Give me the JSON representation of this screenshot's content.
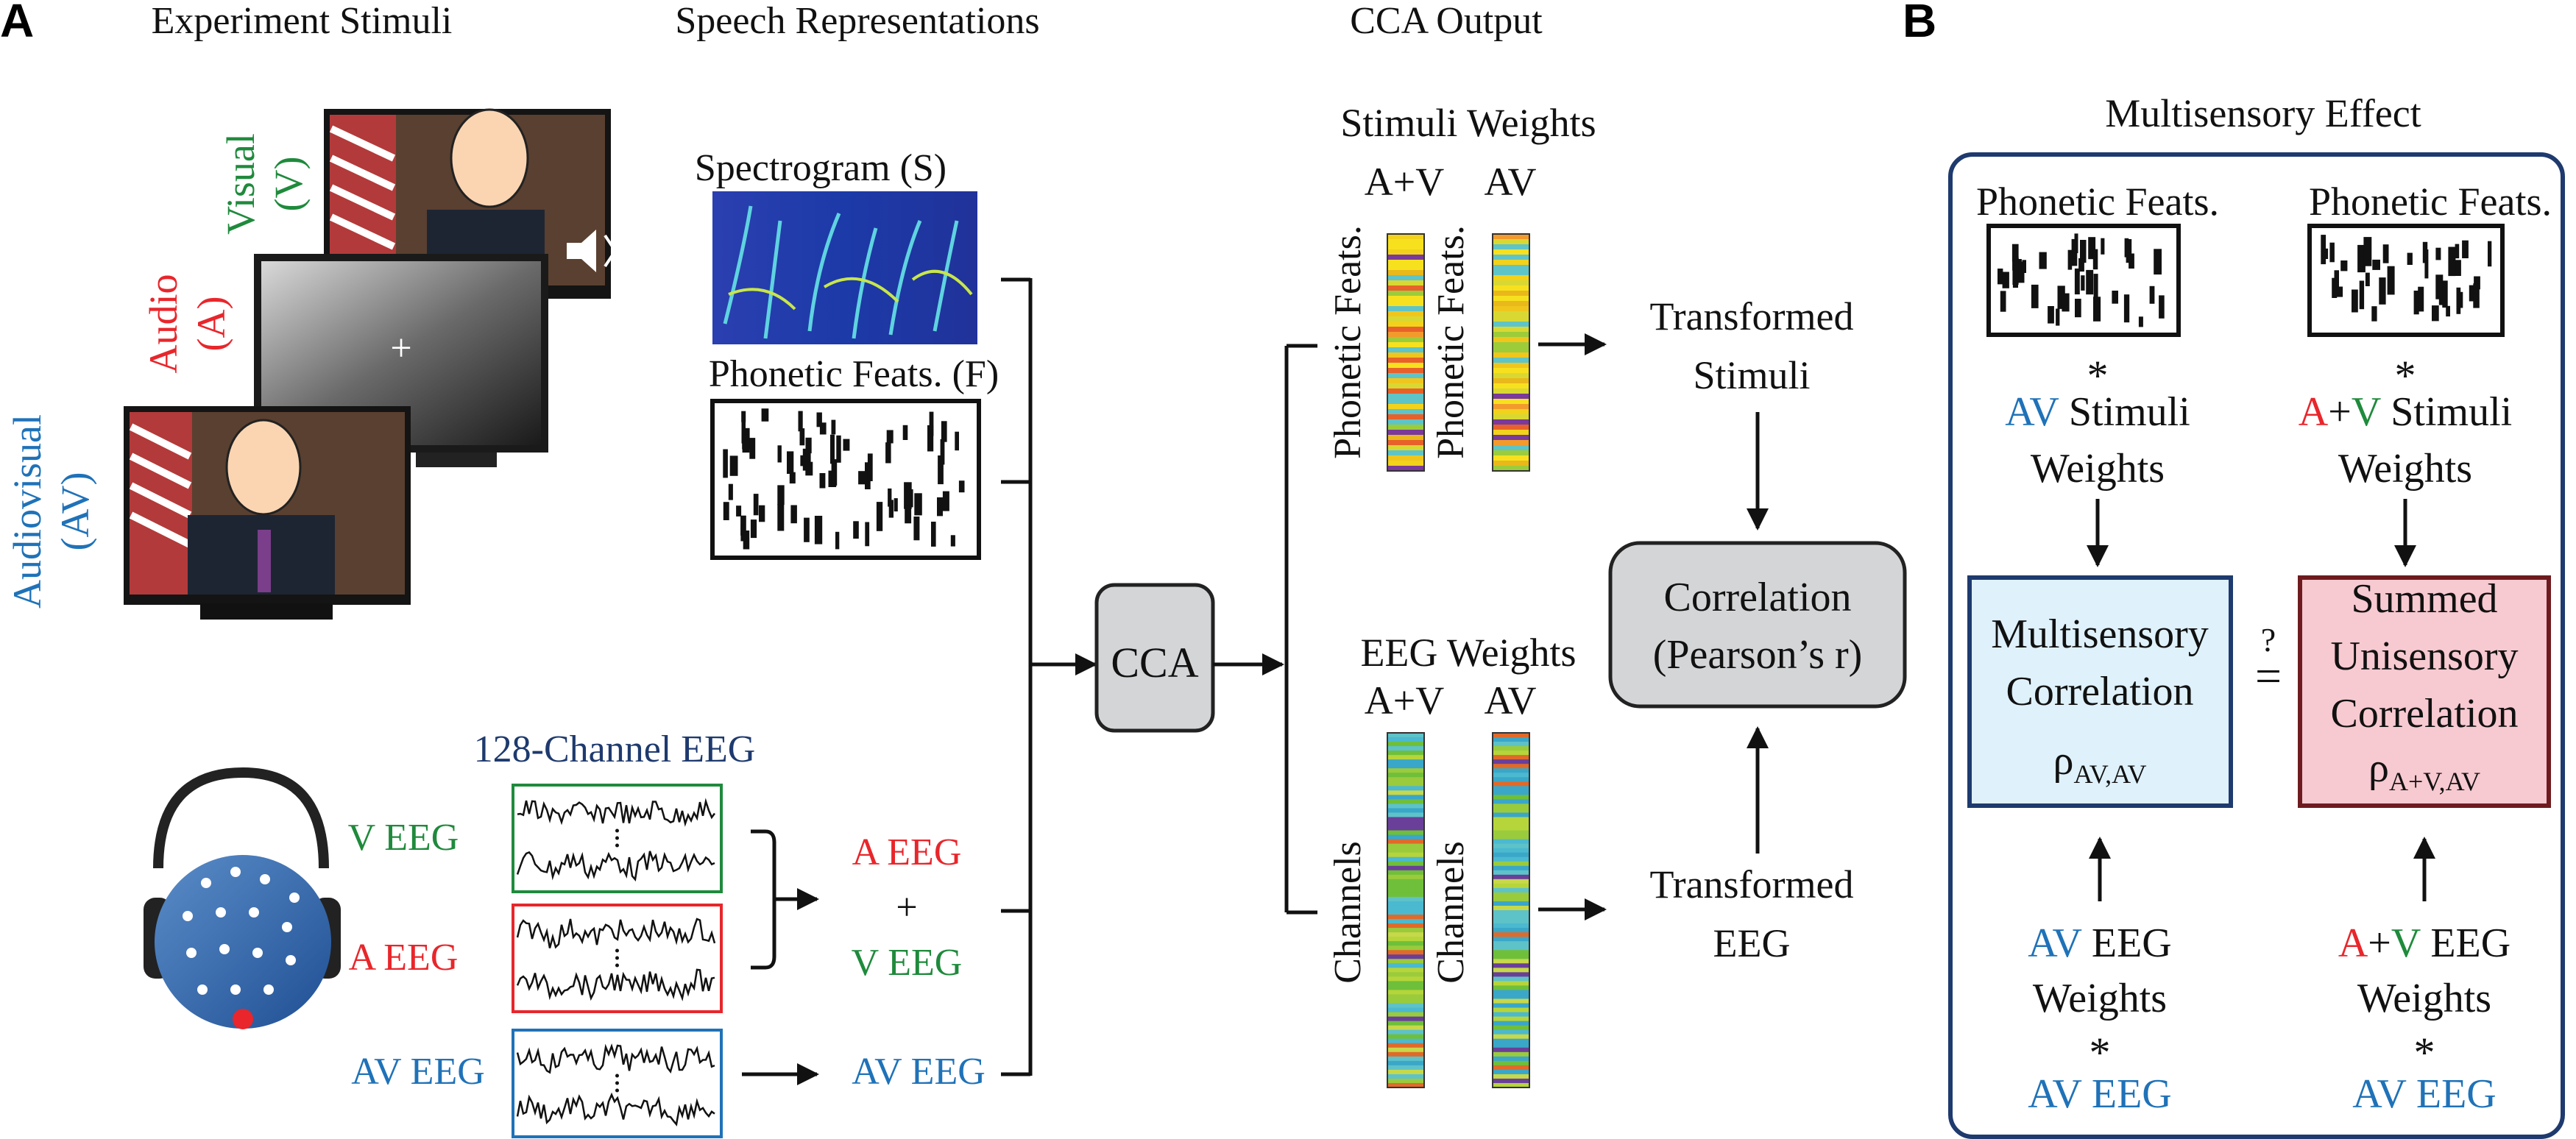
{
  "colors": {
    "blue": "#1f72b8",
    "red": "#e8262b",
    "green": "#1f8a3c",
    "navy": "#1e3a6e",
    "gray_box": "#d4d5d7",
    "light_blue_box": "#dff1fa",
    "pink_box": "#f7c9d0",
    "dark_red_border": "#6e1b1f"
  },
  "panel_a": {
    "letter": "A",
    "col_stimuli": "Experiment Stimuli",
    "col_speech": "Speech Representations",
    "col_cca": "CCA Output",
    "visual_label": "Visual",
    "visual_abbr": "(V)",
    "audio_label": "Audio",
    "audio_abbr": "(A)",
    "av_label": "Audiovisual",
    "av_abbr": "(AV)",
    "spectrogram_label": "Spectrogram (S)",
    "phonetic_label": "Phonetic Feats. (F)",
    "eeg_title": "128-Channel EEG",
    "v_eeg": "V EEG",
    "a_eeg": "A EEG",
    "av_eeg": "AV EEG",
    "sum_a_eeg": "A EEG",
    "sum_plus": "+",
    "sum_v_eeg": "V EEG",
    "av_eeg_out": "AV EEG",
    "cca": "CCA",
    "stimuli_weights": "Stimuli Weights",
    "apv": "A+V",
    "av": "AV",
    "phonetic_feats": "Phonetic Feats.",
    "eeg_weights": "EEG Weights",
    "channels": "Channels",
    "transformed_stimuli_1": "Transformed",
    "transformed_stimuli_2": "Stimuli",
    "transformed_eeg_1": "Transformed",
    "transformed_eeg_2": "EEG",
    "correlation_1": "Correlation",
    "correlation_2": "(Pearson’s r)",
    "crosshair": "+"
  },
  "panel_b": {
    "letter": "B",
    "title": "Multisensory Effect",
    "left": {
      "phonetic": "Phonetic Feats.",
      "star": "*",
      "weights_prefix": "AV",
      "weights_suffix": " Stimuli",
      "weights_line2": "Weights",
      "box_line1": "Multisensory",
      "box_line2": "Correlation",
      "rho": "ρ",
      "rho_sub": "AV,AV",
      "eeg_prefix": "AV",
      "eeg_suffix": " EEG",
      "eeg_line2": "Weights",
      "star2": "*",
      "eeg_line3": "AV EEG"
    },
    "right": {
      "phonetic": "Phonetic Feats.",
      "star": "*",
      "weights_a": "A",
      "weights_plus": "+",
      "weights_v": "V",
      "weights_suffix": " Stimuli",
      "weights_line2": "Weights",
      "box_line1": "Summed",
      "box_line2": "Unisensory",
      "box_line3": "Correlation",
      "rho": "ρ",
      "rho_sub": "A+V,AV",
      "eeg_a": "A",
      "eeg_plus": "+",
      "eeg_v": "V",
      "eeg_suffix": " EEG",
      "eeg_line2": "Weights",
      "star2": "*",
      "eeg_line3": "AV EEG"
    },
    "compare_q": "?",
    "compare_eq": "="
  }
}
